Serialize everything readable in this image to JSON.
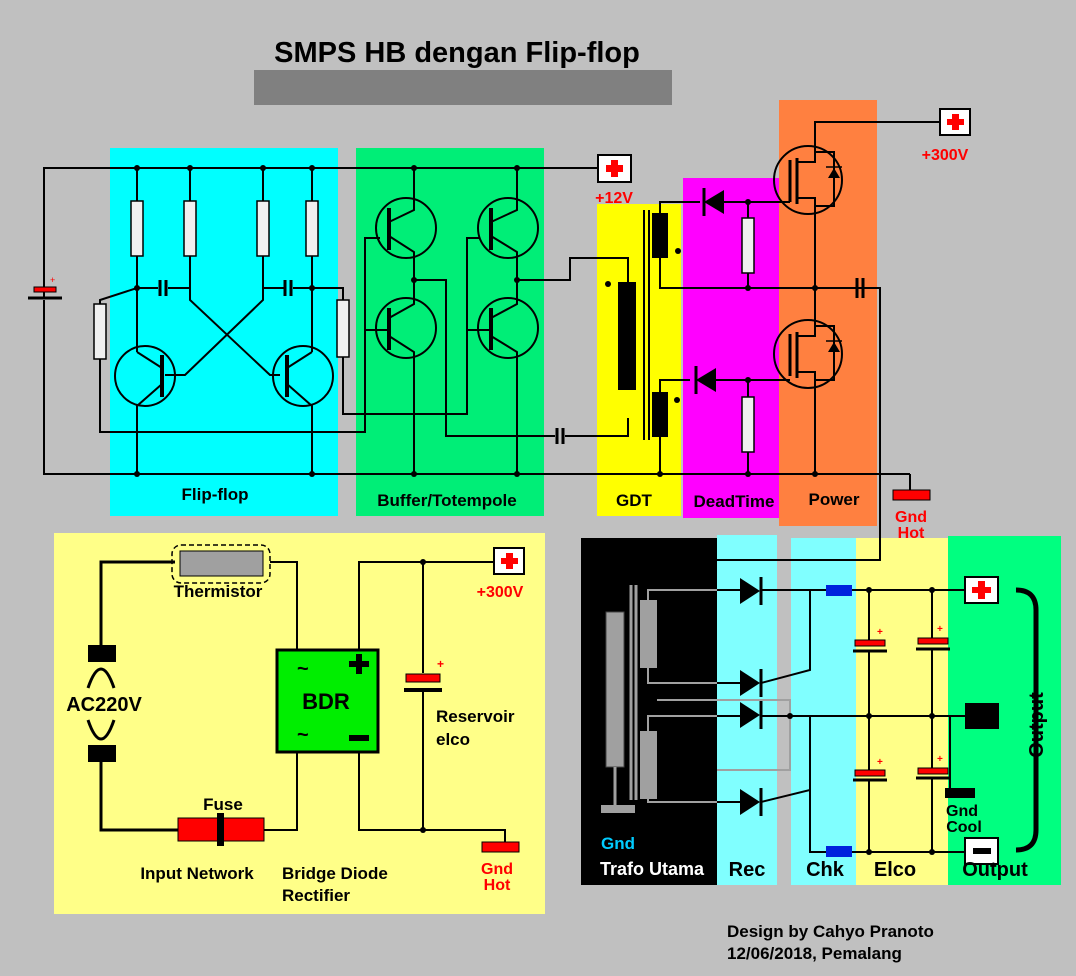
{
  "title": "SMPS HB dengan Flip-flop",
  "colors": {
    "background": "#c0c0c0",
    "flipflop": "#00ffff",
    "buffer": "#00ee77",
    "gdt": "#ffff00",
    "deadtime": "#ff00ff",
    "power": "#ff8040",
    "input_network": "#ffff88",
    "trafo": "#000000",
    "rec": "#80ffff",
    "elco": "#ffff88",
    "output": "#00ff80",
    "plus_red": "#ff0000",
    "bdr": "#00ee00",
    "chk": "#0022dd"
  },
  "sections": {
    "flipflop": "Flip-flop",
    "buffer": "Buffer/Totempole",
    "gdt": "GDT",
    "deadtime": "DeadTime",
    "power": "Power",
    "trafo": "Trafo Utama",
    "rec": "Rec",
    "chk": "Chk",
    "elco": "Elco",
    "output": "Output"
  },
  "labels": {
    "v12": "+12V",
    "v300_top": "+300V",
    "v300_input": "+300V",
    "gnd_hot_top_1": "Gnd",
    "gnd_hot_top_2": "Hot",
    "gnd_hot_bottom_1": "Gnd",
    "gnd_hot_bottom_2": "Hot",
    "thermistor": "Thermistor",
    "ac_1": "AC220V",
    "fuse": "Fuse",
    "bdr": "BDR",
    "reservoir_1": "Reservoir",
    "reservoir_2": "elco",
    "input_network": "Input Network",
    "bridge_1": "Bridge Diode",
    "bridge_2": "Rectifier",
    "gnd_trafo": "Gnd",
    "gnd_cool_1": "Gnd",
    "gnd_cool_2": "Cool",
    "output_vertical": "Output",
    "credit_1": "Design by Cahyo Pranoto",
    "credit_2": "12/06/2018, Pemalang"
  }
}
